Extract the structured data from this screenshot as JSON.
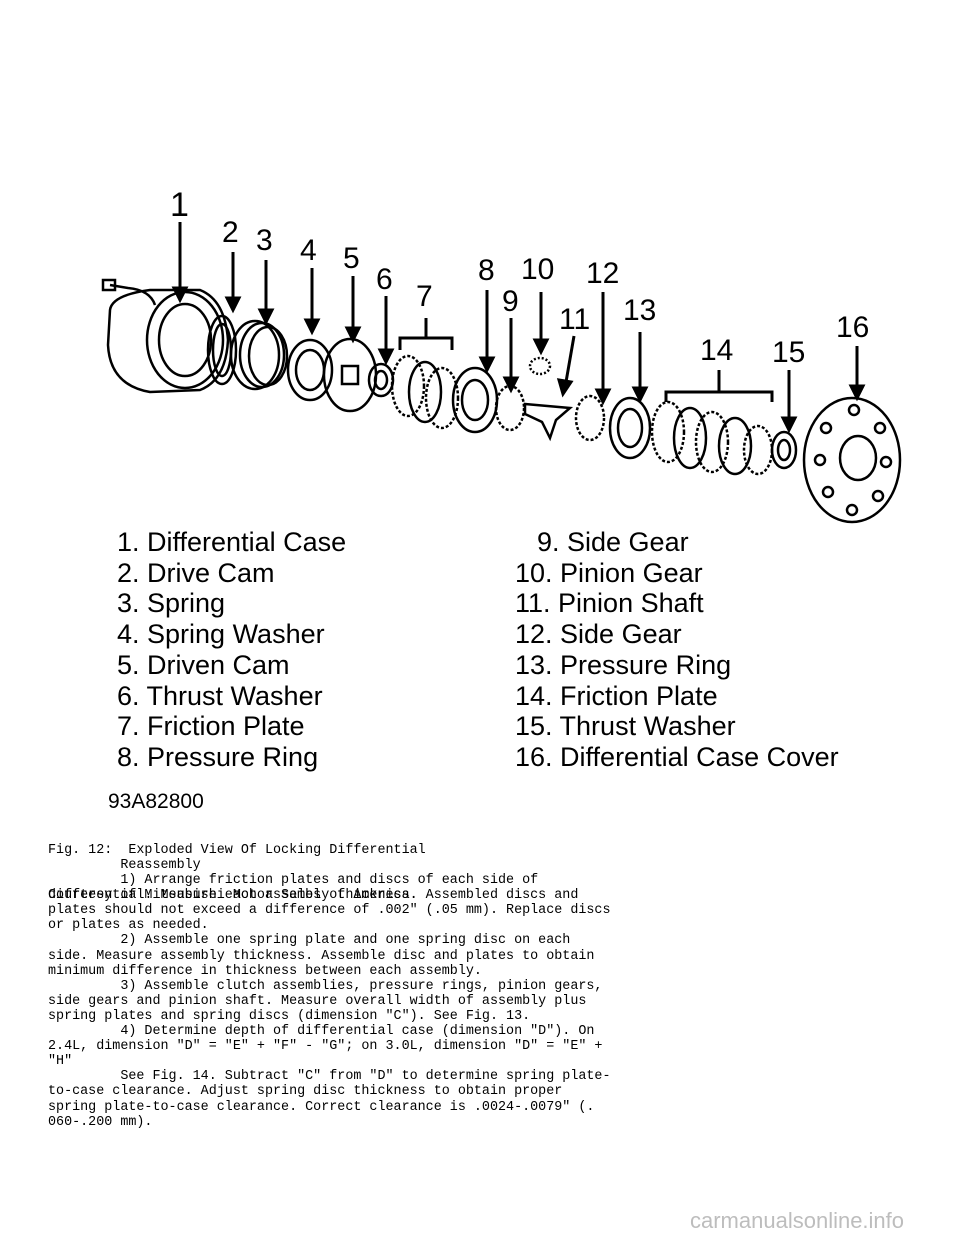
{
  "callouts": [
    "1",
    "2",
    "3",
    "4",
    "5",
    "6",
    "7",
    "8",
    "9",
    "10",
    "11",
    "12",
    "13",
    "14",
    "15",
    "16"
  ],
  "legend_left": [
    "1. Differential Case",
    "2. Drive Cam",
    "3. Spring",
    "4. Spring Washer",
    "5. Driven Cam",
    "6. Thrust Washer",
    "7. Friction Plate",
    "8. Pressure Ring"
  ],
  "legend_right": [
    "9. Side Gear",
    "10. Pinion Gear",
    "11. Pinion Shaft",
    "12. Side Gear",
    "13. Pressure Ring",
    "14. Friction Plate",
    "15. Thrust Washer",
    "16. Differential Case Cover"
  ],
  "figure_id": "93A82800",
  "caption": [
    "Fig. 12:  Exploded View Of Locking Differential",
    "Courtesy of Mitsubishi Motor Sales of America."
  ],
  "body_lines": [
    "         Reassembly",
    "         1) Arrange friction plates and discs of each side of",
    "differential. Measure each assembly thickness. Assembled discs and",
    "plates should not exceed a difference of .002\" (.05 mm). Replace discs",
    "or plates as needed.",
    "         2) Assemble one spring plate and one spring disc on each",
    "side. Measure assembly thickness. Assemble disc and plates to obtain",
    "minimum difference in thickness between each assembly.",
    "         3) Assemble clutch assemblies, pressure rings, pinion gears,",
    "side gears and pinion shaft. Measure overall width of assembly plus",
    "spring plates and spring discs (dimension \"C\"). See Fig. 13.",
    "         4) Determine depth of differential case (dimension \"D\"). On",
    "2.4L, dimension \"D\" = \"E\" + \"F\" - \"G\"; on 3.0L, dimension \"D\" = \"E\" +",
    "\"H\"",
    "         See Fig. 14. Subtract \"C\" from \"D\" to determine spring plate-",
    "to-case clearance. Adjust spring disc thickness to obtain proper",
    "spring plate-to-case clearance. Correct clearance is .0024-.0079\" (.",
    "060-.200 mm)."
  ],
  "watermark": "carmanualsonline.info"
}
